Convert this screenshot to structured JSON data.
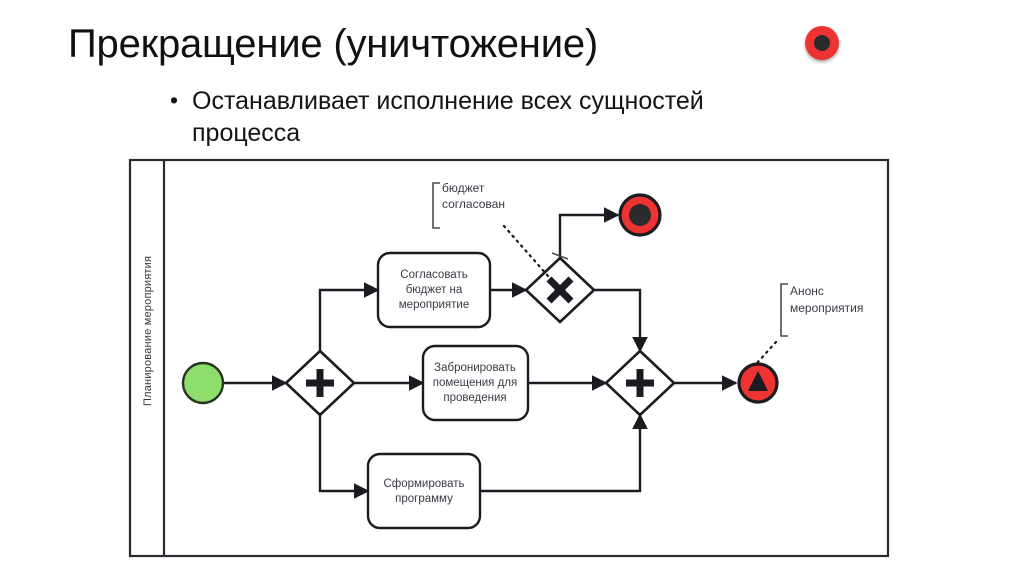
{
  "slide": {
    "title": "Прекращение (уничтожение)",
    "bullets": [
      "Останавливает исполнение всех сущностей процесса"
    ]
  },
  "header_icon": {
    "name": "terminate-end-event-icon",
    "ring_color": "#ee3333",
    "core_color": "#2b2b2b"
  },
  "diagram": {
    "type": "bpmn-process-diagram",
    "pool": {
      "label": "Планирование мероприятия"
    },
    "start_event": {
      "label": "",
      "fill": "#8ede6e",
      "stroke": "#27341f"
    },
    "gateways": [
      {
        "id": "split",
        "type": "parallel",
        "glyph": "+"
      },
      {
        "id": "decision",
        "type": "exclusive",
        "glyph": "X"
      },
      {
        "id": "join",
        "type": "parallel",
        "glyph": "+"
      }
    ],
    "tasks": [
      {
        "id": "task-approve-budget",
        "lines": [
          "Согласовать",
          "бюджет на",
          "мероприятие"
        ]
      },
      {
        "id": "task-book-rooms",
        "lines": [
          "Забронировать",
          "помещения для",
          "проведения"
        ]
      },
      {
        "id": "task-make-program",
        "lines": [
          "Сформировать",
          "программу"
        ]
      }
    ],
    "end_events": [
      {
        "id": "end-terminate",
        "type": "terminate",
        "fill": "#ee3333",
        "core": "#2b2b2b"
      },
      {
        "id": "end-escalation",
        "type": "escalation",
        "fill": "#ee3333",
        "glyph": "triangle"
      }
    ],
    "annotations": [
      {
        "id": "anno-budget-approved",
        "lines": [
          "бюджет",
          "согласован"
        ],
        "target": "decision"
      },
      {
        "id": "anno-event-announce",
        "lines": [
          "Анонс",
          "мероприятия"
        ],
        "target": "end-escalation"
      }
    ]
  }
}
